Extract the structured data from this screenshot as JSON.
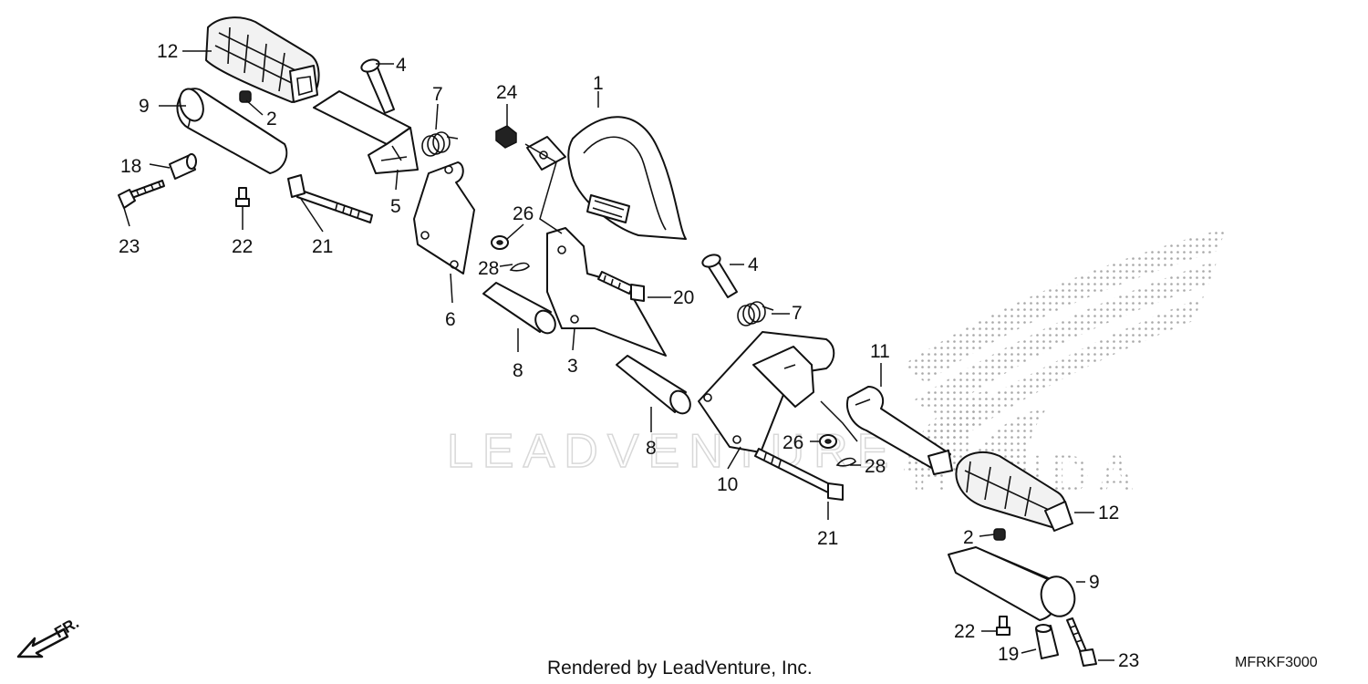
{
  "callouts": {
    "c12a": "12",
    "c9a": "9",
    "c2a": "2",
    "c18": "18",
    "c23a": "23",
    "c22a": "22",
    "c21a": "21",
    "c4a": "4",
    "c7a": "7",
    "c5": "5",
    "c6": "6",
    "c26a": "26",
    "c28a": "28",
    "c24": "24",
    "c1": "1",
    "c8a": "8",
    "c3": "3",
    "c20": "20",
    "c4b": "4",
    "c7b": "7",
    "c8b": "8",
    "c10": "10",
    "c11": "11",
    "c26b": "26",
    "c28b": "28",
    "c21b": "21",
    "c12b": "12",
    "c2b": "2",
    "c9b": "9",
    "c22b": "22",
    "c19": "19",
    "c23b": "23"
  },
  "watermark_text": "LEADVENTURE",
  "brand_text": "HONDA",
  "direction_label": "FR.",
  "caption": "Rendered by LeadVenture, Inc.",
  "diagram_code": "MFRKF3000"
}
